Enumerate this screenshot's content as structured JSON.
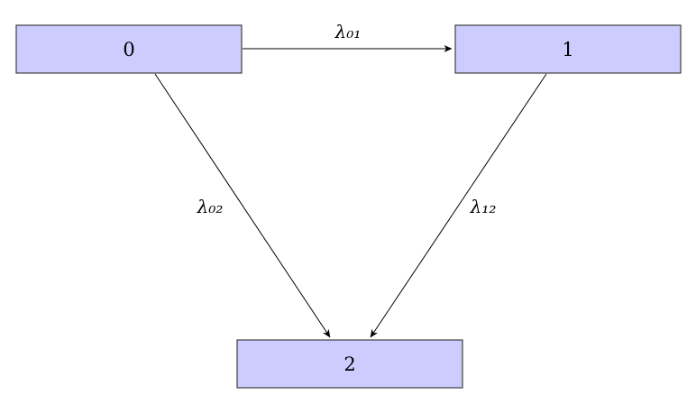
{
  "diagram": {
    "states": [
      {
        "label": "0"
      },
      {
        "label": "1"
      },
      {
        "label": "2"
      }
    ],
    "transitions": [
      {
        "from": "0",
        "to": "1",
        "label": "λ₀₁"
      },
      {
        "from": "0",
        "to": "2",
        "label": "λ₀₂"
      },
      {
        "from": "1",
        "to": "2",
        "label": "λ₁₂"
      }
    ],
    "colors": {
      "state_fill": "#ccccff",
      "state_border": "#404040",
      "arrow": "#000000"
    }
  }
}
